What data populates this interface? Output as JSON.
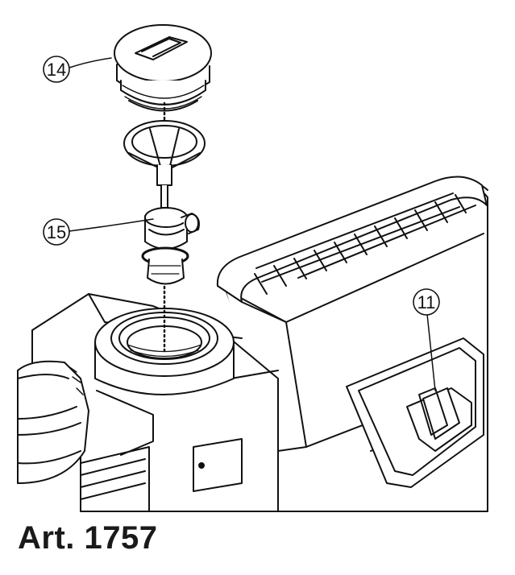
{
  "callouts": [
    {
      "id": "callout-14",
      "label": "14"
    },
    {
      "id": "callout-15",
      "label": "15"
    },
    {
      "id": "callout-11",
      "label": "11"
    }
  ],
  "caption": "Art. 1757",
  "colors": {
    "line": "#111111",
    "fill": "#ffffff"
  }
}
